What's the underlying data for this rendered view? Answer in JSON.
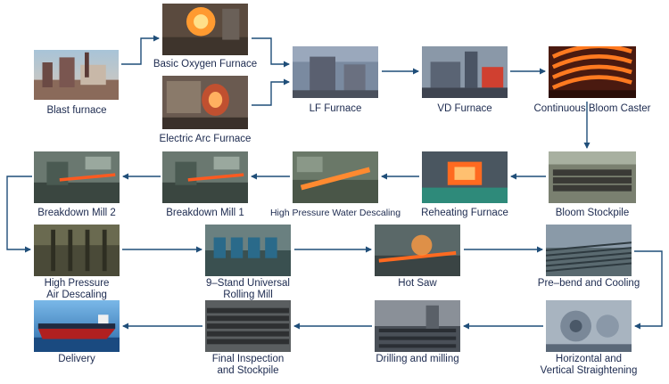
{
  "accent_color": "#1f4e79",
  "steps": [
    {
      "id": "blast-furnace",
      "label": "Blast furnace",
      "scene": "blast-furnace-photo-icon"
    },
    {
      "id": "basic-oxygen-furnace",
      "label": "Basic Oxygen Furnace",
      "scene": "basic-oxygen-furnace-photo-icon"
    },
    {
      "id": "electric-arc-furnace",
      "label": "Electric Arc Furnace",
      "scene": "electric-arc-furnace-photo-icon"
    },
    {
      "id": "lf-furnace",
      "label": "LF Furnace",
      "scene": "lf-furnace-photo-icon"
    },
    {
      "id": "vd-furnace",
      "label": "VD Furnace",
      "scene": "vd-furnace-photo-icon"
    },
    {
      "id": "continuous-bloom-caster",
      "label": "Continuous Bloom Caster",
      "scene": "continuous-bloom-caster-photo-icon"
    },
    {
      "id": "bloom-stockpile",
      "label": "Bloom Stockpile",
      "scene": "bloom-stockpile-photo-icon"
    },
    {
      "id": "reheating-furnace",
      "label": "Reheating Furnace",
      "scene": "reheating-furnace-photo-icon"
    },
    {
      "id": "high-pressure-water-descaling",
      "label": "High Pressure Water Descaling",
      "scene": "water-descaling-photo-icon"
    },
    {
      "id": "breakdown-mill-1",
      "label": "Breakdown Mill 1",
      "scene": "breakdown-mill-photo-icon"
    },
    {
      "id": "breakdown-mill-2",
      "label": "Breakdown Mill 2",
      "scene": "breakdown-mill-photo-icon"
    },
    {
      "id": "high-pressure-air-descaling",
      "label": "High Pressure\nAir Descaling",
      "scene": "air-descaling-photo-icon"
    },
    {
      "id": "universal-rolling-mill",
      "label": "9–Stand Universal\nRolling Mill",
      "scene": "rolling-mill-photo-icon"
    },
    {
      "id": "hot-saw",
      "label": "Hot Saw",
      "scene": "hot-saw-photo-icon"
    },
    {
      "id": "pre-bend-and-cooling",
      "label": "Pre–bend and Cooling",
      "scene": "cooling-bed-photo-icon"
    },
    {
      "id": "straightening",
      "label": "Horizontal and\nVertical Straightening",
      "scene": "straightening-photo-icon"
    },
    {
      "id": "drilling-and-milling",
      "label": "Drilling and milling",
      "scene": "drilling-photo-icon"
    },
    {
      "id": "final-inspection",
      "label": "Final Inspection\nand Stockpile",
      "scene": "stockpile-photo-icon"
    },
    {
      "id": "delivery",
      "label": "Delivery",
      "scene": "ship-photo-icon"
    }
  ]
}
